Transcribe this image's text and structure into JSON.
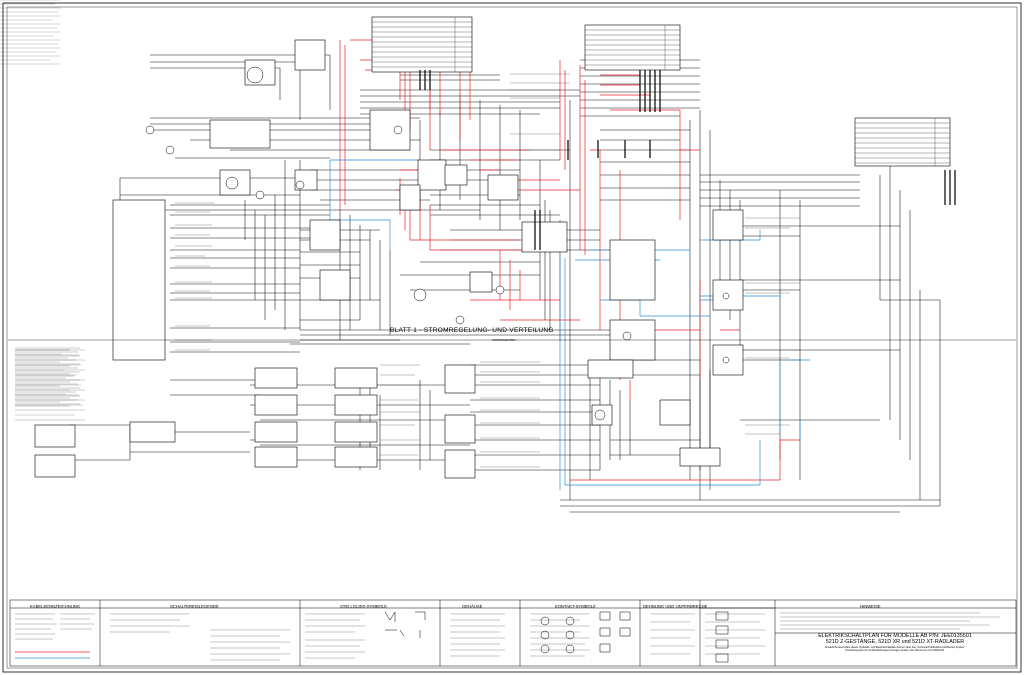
{
  "sheet_title": "BLATT 1 - STROMREGELUNG- UND VERTEILUNG",
  "legend_subtitle": "KOMPONENTEN",
  "legend_headers": {
    "cable_ids": "KABELKENNZEICHNUNG",
    "circuit_legend": "SCHALTKREISLEGENDE",
    "actuator_symbols": "STELLGLIED-SYMBOLE",
    "housings": "GEHÄUSE",
    "contact_symbols": "KONTAKT-SYMBOLE",
    "rotation": "DEHNUNG UND UNTERBRECHE",
    "notes": "HINWEISE"
  },
  "title_block": {
    "line1": "ELEKTRIKSCHALTPLAN FÜR MODELLE AB P/N: JEE0135501",
    "line2": "521D Z-GESTÄNGE, 521D XR und 521D XT-RADLADER",
    "line3": "Zusätzliche Exemplare dieses Hydraulik- und Elektrikschaltplans können über das „Technical Publications Distribution System“",
    "line4": "(Vertriebssystem für Veröffentlichungen) bezogen werden. Die Teilnummer ist 6-45641/32."
  },
  "colors": {
    "wire": "#111111",
    "main_line": "#e8242c",
    "ground_line": "#2f8fd8",
    "border": "#000000"
  }
}
